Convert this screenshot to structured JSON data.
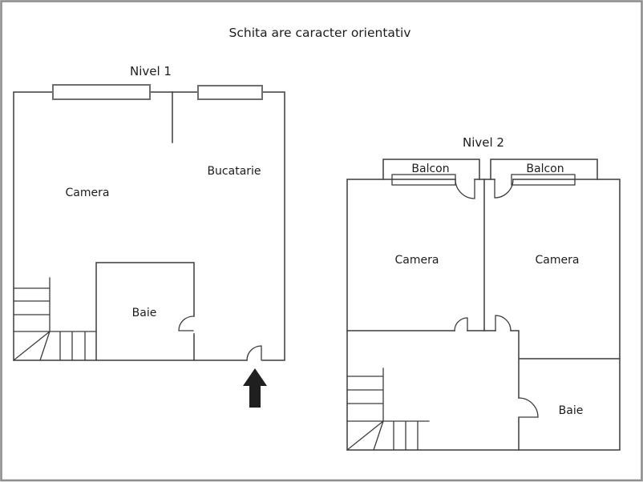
{
  "title": "Schita are caracter orientativ",
  "plans": {
    "nivel1": {
      "name": "Nivel 1",
      "rooms": {
        "camera": "Camera",
        "bucatarie": "Bucatarie",
        "baie": "Baie"
      }
    },
    "nivel2": {
      "name": "Nivel 2",
      "rooms": {
        "balcon_left": "Balcon",
        "balcon_right": "Balcon",
        "camera_left": "Camera",
        "camera_right": "Camera",
        "baie": "Baie"
      }
    }
  },
  "colors": {
    "wall": "#3c3c3c",
    "window_border": "#6f6f6f",
    "frame_border": "#8e8e8e",
    "arrow": "#1f1f1f",
    "text": "#1c1c1c",
    "background": "#ffffff"
  }
}
